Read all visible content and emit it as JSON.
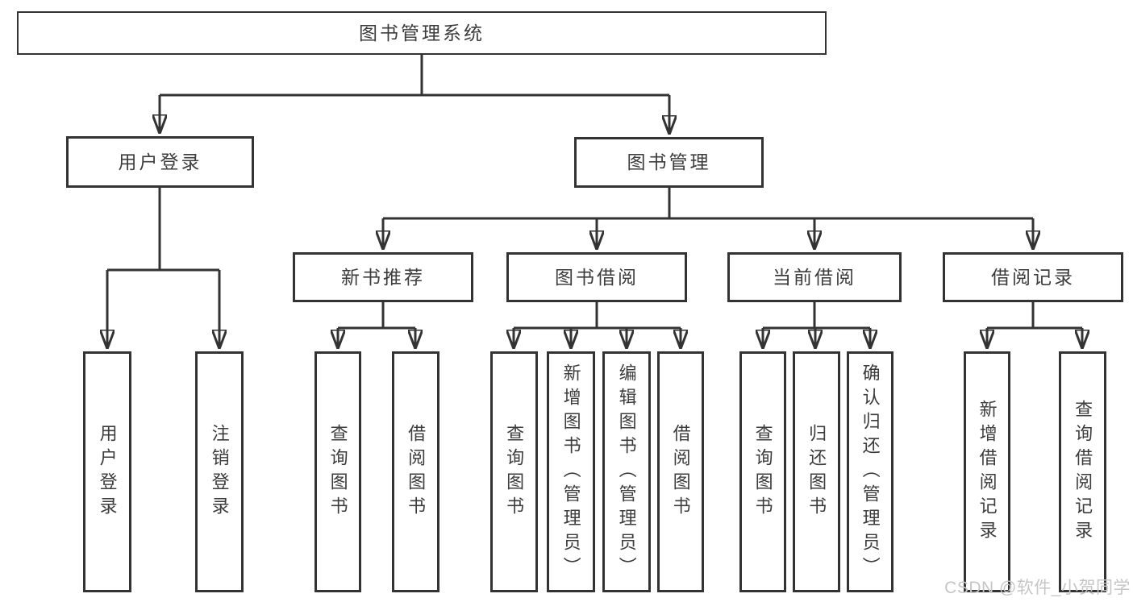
{
  "tree": {
    "root": {
      "label": "图书管理系统"
    },
    "children": [
      {
        "label": "用户登录",
        "children": [
          {
            "label": "用户登录"
          },
          {
            "label": "注销登录"
          }
        ]
      },
      {
        "label": "图书管理",
        "children": [
          {
            "label": "新书推荐",
            "children": [
              {
                "label": "查询图书"
              },
              {
                "label": "借阅图书"
              }
            ]
          },
          {
            "label": "图书借阅",
            "children": [
              {
                "label": "查询图书"
              },
              {
                "label": "新增图书（管理员）"
              },
              {
                "label": "编辑图书（管理员）"
              },
              {
                "label": "借阅图书"
              }
            ]
          },
          {
            "label": "当前借阅",
            "children": [
              {
                "label": "查询图书"
              },
              {
                "label": "归还图书"
              },
              {
                "label": "确认归还（管理员）"
              }
            ]
          },
          {
            "label": "借阅记录",
            "children": [
              {
                "label": "新增借阅记录"
              },
              {
                "label": "查询借阅记录"
              }
            ]
          }
        ]
      }
    ]
  },
  "watermark": {
    "text": "CSDN @软件_小贺同学"
  },
  "colors": {
    "line": "#333333",
    "box_border": "#333333",
    "text": "#3c3c3c",
    "watermark": "#c6c6c6",
    "background": "#ffffff"
  }
}
